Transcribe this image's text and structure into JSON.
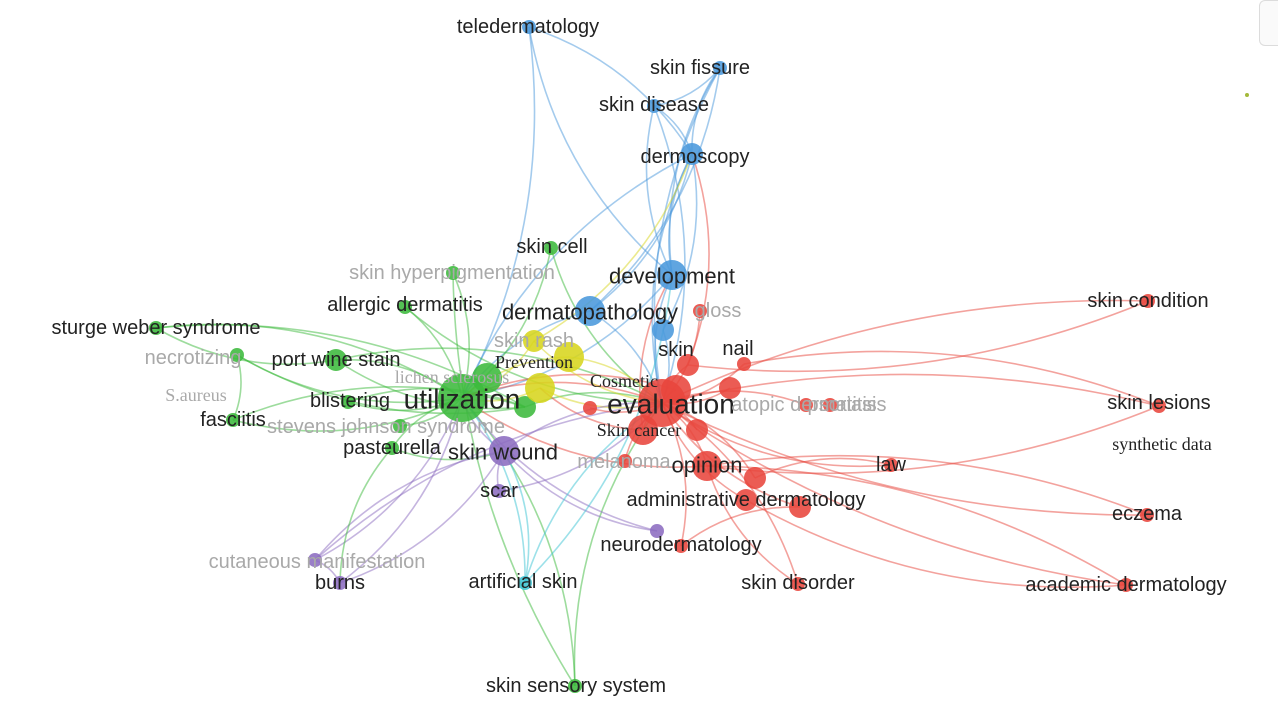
{
  "colors": {
    "red": "#e8453c",
    "green": "#3cba3c",
    "blue": "#4a98dc",
    "yellow": "#d7d51e",
    "purple": "#8c6cc0",
    "cyan": "#3cc4d4"
  },
  "nodes": [
    {
      "id": "teledermatology",
      "label": "teledermatology",
      "c": "blue",
      "w": 1
    },
    {
      "id": "skin-fissure",
      "label": "skin fissure",
      "c": "blue",
      "w": 1
    },
    {
      "id": "skin-disease",
      "label": "skin disease",
      "c": "blue",
      "w": 1
    },
    {
      "id": "dermoscopy",
      "label": "dermoscopy",
      "c": "blue",
      "w": 2
    },
    {
      "id": "development",
      "label": "development",
      "c": "blue",
      "w": 3
    },
    {
      "id": "dermatopathology",
      "label": "dermatopathology",
      "c": "blue",
      "w": 3
    },
    {
      "id": "blue-hub",
      "label": "",
      "c": "blue",
      "w": 2
    },
    {
      "id": "skin-cell",
      "label": "skin cell",
      "c": "green",
      "w": 1
    },
    {
      "id": "skin-hyperpigmentation",
      "label": "skin hyperpigmentation",
      "c": "green",
      "w": 1,
      "faded": true
    },
    {
      "id": "allergic-dermatitis",
      "label": "allergic dermatitis",
      "c": "green",
      "w": 1
    },
    {
      "id": "sturge-weber-syndrome",
      "label": "sturge weber syndrome",
      "c": "green",
      "w": 1
    },
    {
      "id": "necrotizing",
      "label": "necrotizing",
      "c": "green",
      "w": 1,
      "faded": true
    },
    {
      "id": "port-wine-stain",
      "label": "port wine stain",
      "c": "green",
      "w": 2
    },
    {
      "id": "s-aureus",
      "label": "S.aureus",
      "c": "green",
      "w": 0,
      "faded": true,
      "serif": true
    },
    {
      "id": "lichen-sclerosus",
      "label": "lichen sclerosus",
      "c": "green",
      "w": 3,
      "faded": true,
      "serif": true
    },
    {
      "id": "blistering",
      "label": "blistering",
      "c": "green",
      "w": 1
    },
    {
      "id": "utilization",
      "label": "utilization",
      "c": "green",
      "w": 5
    },
    {
      "id": "fasciitis",
      "label": "fasciitis",
      "c": "green",
      "w": 1
    },
    {
      "id": "stevens-johnson",
      "label": "stevens johnson syndrome",
      "c": "green",
      "w": 1,
      "faded": true
    },
    {
      "id": "pasteurella",
      "label": "pasteurella",
      "c": "green",
      "w": 1
    },
    {
      "id": "green-hub",
      "label": "",
      "c": "green",
      "w": 2
    },
    {
      "id": "skin-sensory-system",
      "label": "skin sensory system",
      "c": "green",
      "w": 1
    },
    {
      "id": "skin-rash",
      "label": "skin rash",
      "c": "yellow",
      "w": 2,
      "faded": true
    },
    {
      "id": "prevention",
      "label": "Prevention",
      "c": "yellow",
      "w": 3,
      "serif": true
    },
    {
      "id": "yellow-hub",
      "label": "",
      "c": "yellow",
      "w": 3
    },
    {
      "id": "skin-wound",
      "label": "skin wound",
      "c": "purple",
      "w": 3
    },
    {
      "id": "scar",
      "label": "scar",
      "c": "purple",
      "w": 1
    },
    {
      "id": "cutaneous-manifestation",
      "label": "cutaneous manifestation",
      "c": "purple",
      "w": 1,
      "faded": true
    },
    {
      "id": "burns",
      "label": "burns",
      "c": "purple",
      "w": 1
    },
    {
      "id": "purple-small",
      "label": "",
      "c": "purple",
      "w": 1
    },
    {
      "id": "artificial-skin",
      "label": "artificial skin",
      "c": "cyan",
      "w": 1
    },
    {
      "id": "gloss",
      "label": "gloss",
      "c": "red",
      "w": 1,
      "faded": true
    },
    {
      "id": "skin",
      "label": "skin",
      "c": "red",
      "w": 2
    },
    {
      "id": "nail",
      "label": "nail",
      "c": "red",
      "w": 1
    },
    {
      "id": "cosmetic",
      "label": "Cosmetic",
      "c": "red",
      "w": 3,
      "serif": true
    },
    {
      "id": "evaluation",
      "label": "evaluation",
      "c": "red",
      "w": 5
    },
    {
      "id": "skin-cancer",
      "label": "Skin cancer",
      "c": "red",
      "w": 3,
      "serif": true
    },
    {
      "id": "atopic-dermatitis",
      "label": "atopic dermatitis",
      "c": "red",
      "w": 1,
      "faded": true
    },
    {
      "id": "psoriasis",
      "label": "psoriasis",
      "c": "red",
      "w": 1,
      "faded": true
    },
    {
      "id": "melanoma",
      "label": "melanoma",
      "c": "red",
      "w": 1,
      "faded": true
    },
    {
      "id": "opinion",
      "label": "opinion",
      "c": "red",
      "w": 3
    },
    {
      "id": "administrative-dermatology",
      "label": "administrative dermatology",
      "c": "red",
      "w": 2
    },
    {
      "id": "neurodermatology",
      "label": "neurodermatology",
      "c": "red",
      "w": 1
    },
    {
      "id": "law",
      "label": "law",
      "c": "red",
      "w": 1
    },
    {
      "id": "skin-disorder",
      "label": "skin disorder",
      "c": "red",
      "w": 1
    },
    {
      "id": "skin-condition",
      "label": "skin condition",
      "c": "red",
      "w": 1
    },
    {
      "id": "skin-lesions",
      "label": "skin lesions",
      "c": "red",
      "w": 1
    },
    {
      "id": "synthetic-data",
      "label": "synthetic data",
      "c": "red",
      "w": 0,
      "serif": true
    },
    {
      "id": "eczema",
      "label": "eczema",
      "c": "red",
      "w": 1
    },
    {
      "id": "academic-dermatology",
      "label": "academic dermatology",
      "c": "red",
      "w": 1
    },
    {
      "id": "red-a",
      "label": "",
      "c": "red",
      "w": 2
    },
    {
      "id": "red-b",
      "label": "",
      "c": "red",
      "w": 2
    },
    {
      "id": "red-c",
      "label": "",
      "c": "red",
      "w": 2
    },
    {
      "id": "red-d",
      "label": "",
      "c": "red",
      "w": 2
    },
    {
      "id": "red-e",
      "label": "",
      "c": "red",
      "w": 1
    }
  ],
  "edges": [
    [
      "teledermatology",
      "dermoscopy"
    ],
    [
      "teledermatology",
      "development"
    ],
    [
      "teledermatology",
      "utilization"
    ],
    [
      "skin-fissure",
      "dermoscopy"
    ],
    [
      "skin-fissure",
      "skin-disease"
    ],
    [
      "skin-fissure",
      "development"
    ],
    [
      "skin-fissure",
      "dermatopathology"
    ],
    [
      "skin-fissure",
      "evaluation"
    ],
    [
      "skin-disease",
      "dermoscopy"
    ],
    [
      "skin-disease",
      "development"
    ],
    [
      "skin-disease",
      "evaluation"
    ],
    [
      "dermoscopy",
      "development"
    ],
    [
      "dermoscopy",
      "dermatopathology"
    ],
    [
      "dermoscopy",
      "evaluation"
    ],
    [
      "dermoscopy",
      "skin"
    ],
    [
      "dermoscopy",
      "utilization"
    ],
    [
      "dermoscopy",
      "skin-rash"
    ],
    [
      "development",
      "evaluation"
    ],
    [
      "development",
      "utilization"
    ],
    [
      "development",
      "skin-cancer"
    ],
    [
      "dermatopathology",
      "evaluation"
    ],
    [
      "dermatopathology",
      "utilization"
    ],
    [
      "blue-hub",
      "evaluation"
    ],
    [
      "blue-hub",
      "dermoscopy"
    ],
    [
      "skin-cell",
      "utilization"
    ],
    [
      "skin-cell",
      "evaluation"
    ],
    [
      "skin-hyperpigmentation",
      "utilization"
    ],
    [
      "skin-hyperpigmentation",
      "skin-sensory-system"
    ],
    [
      "allergic-dermatitis",
      "utilization"
    ],
    [
      "allergic-dermatitis",
      "evaluation"
    ],
    [
      "sturge-weber-syndrome",
      "utilization"
    ],
    [
      "sturge-weber-syndrome",
      "port-wine-stain"
    ],
    [
      "sturge-weber-syndrome",
      "green-hub"
    ],
    [
      "necrotizing",
      "utilization"
    ],
    [
      "necrotizing",
      "fasciitis"
    ],
    [
      "necrotizing",
      "green-hub"
    ],
    [
      "port-wine-stain",
      "utilization"
    ],
    [
      "port-wine-stain",
      "green-hub"
    ],
    [
      "port-wine-stain",
      "evaluation"
    ],
    [
      "blistering",
      "utilization"
    ],
    [
      "blistering",
      "green-hub"
    ],
    [
      "fasciitis",
      "utilization"
    ],
    [
      "fasciitis",
      "green-hub"
    ],
    [
      "stevens-johnson",
      "utilization"
    ],
    [
      "pasteurella",
      "utilization"
    ],
    [
      "pasteurella",
      "skin-wound"
    ],
    [
      "utilization",
      "evaluation"
    ],
    [
      "utilization",
      "skin-wound"
    ],
    [
      "utilization",
      "prevention"
    ],
    [
      "utilization",
      "skin-rash"
    ],
    [
      "utilization",
      "cosmetic"
    ],
    [
      "utilization",
      "opinion"
    ],
    [
      "green-hub",
      "evaluation"
    ],
    [
      "skin-sensory-system",
      "utilization"
    ],
    [
      "skin-sensory-system",
      "evaluation"
    ],
    [
      "skin-rash",
      "evaluation"
    ],
    [
      "prevention",
      "evaluation"
    ],
    [
      "yellow-hub",
      "evaluation"
    ],
    [
      "yellow-hub",
      "utilization"
    ],
    [
      "yellow-hub",
      "skin-cancer"
    ],
    [
      "skin-wound",
      "evaluation"
    ],
    [
      "skin-wound",
      "scar"
    ],
    [
      "skin-wound",
      "burns"
    ],
    [
      "skin-wound",
      "cutaneous-manifestation"
    ],
    [
      "skin-wound",
      "artificial-skin"
    ],
    [
      "skin-wound",
      "purple-small"
    ],
    [
      "cutaneous-manifestation",
      "burns"
    ],
    [
      "cutaneous-manifestation",
      "utilization"
    ],
    [
      "cutaneous-manifestation",
      "evaluation"
    ],
    [
      "burns",
      "utilization"
    ],
    [
      "burns",
      "pasteurella"
    ],
    [
      "scar",
      "evaluation"
    ],
    [
      "purple-small",
      "utilization"
    ],
    [
      "artificial-skin",
      "utilization"
    ],
    [
      "artificial-skin",
      "evaluation"
    ],
    [
      "artificial-skin",
      "development"
    ],
    [
      "gloss",
      "evaluation"
    ],
    [
      "skin",
      "evaluation"
    ],
    [
      "nail",
      "evaluation"
    ],
    [
      "cosmetic",
      "evaluation"
    ],
    [
      "skin-cancer",
      "evaluation"
    ],
    [
      "atopic-dermatitis",
      "evaluation"
    ],
    [
      "melanoma",
      "evaluation"
    ],
    [
      "opinion",
      "evaluation"
    ],
    [
      "administrative-dermatology",
      "evaluation"
    ],
    [
      "neurodermatology",
      "evaluation"
    ],
    [
      "law",
      "evaluation"
    ],
    [
      "skin-disorder",
      "evaluation"
    ],
    [
      "skin-disorder",
      "opinion"
    ],
    [
      "skin-condition",
      "evaluation"
    ],
    [
      "skin-condition",
      "skin"
    ],
    [
      "skin-lesions",
      "evaluation"
    ],
    [
      "skin-lesions",
      "opinion"
    ],
    [
      "skin-lesions",
      "nail"
    ],
    [
      "eczema",
      "evaluation"
    ],
    [
      "eczema",
      "opinion"
    ],
    [
      "academic-dermatology",
      "evaluation"
    ],
    [
      "academic-dermatology",
      "opinion"
    ],
    [
      "academic-dermatology",
      "administrative-dermatology"
    ],
    [
      "red-a",
      "evaluation"
    ],
    [
      "red-b",
      "evaluation"
    ],
    [
      "red-c",
      "evaluation"
    ],
    [
      "red-d",
      "evaluation"
    ],
    [
      "red-e",
      "evaluation"
    ],
    [
      "red-c",
      "law"
    ],
    [
      "red-d",
      "neurodermatology"
    ]
  ]
}
